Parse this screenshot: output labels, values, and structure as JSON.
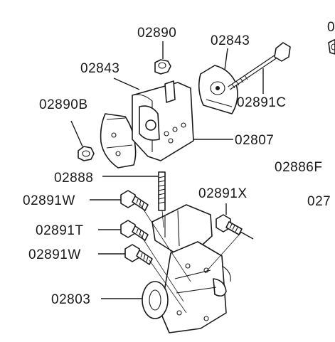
{
  "diagram": {
    "labels": {
      "nut_top": "02890",
      "cover_left": "02843",
      "cover_right": "02843",
      "nut_left": "02890B",
      "bolt_long": "02891C",
      "insulator": "02807",
      "stud": "02888",
      "bolt_w_upper": "02891W",
      "bolt_x": "02891X",
      "bolt_t": "02891T",
      "bolt_w_lower": "02891W",
      "bracket": "02803",
      "clip_right_1": "02886F",
      "clip_right_2": "027",
      "clip_right_top": "0"
    },
    "icons": [
      "hex-nut-icon",
      "bolt-icon",
      "stud-icon",
      "mount-bracket-icon",
      "insulator-icon",
      "cover-plate-icon"
    ]
  }
}
